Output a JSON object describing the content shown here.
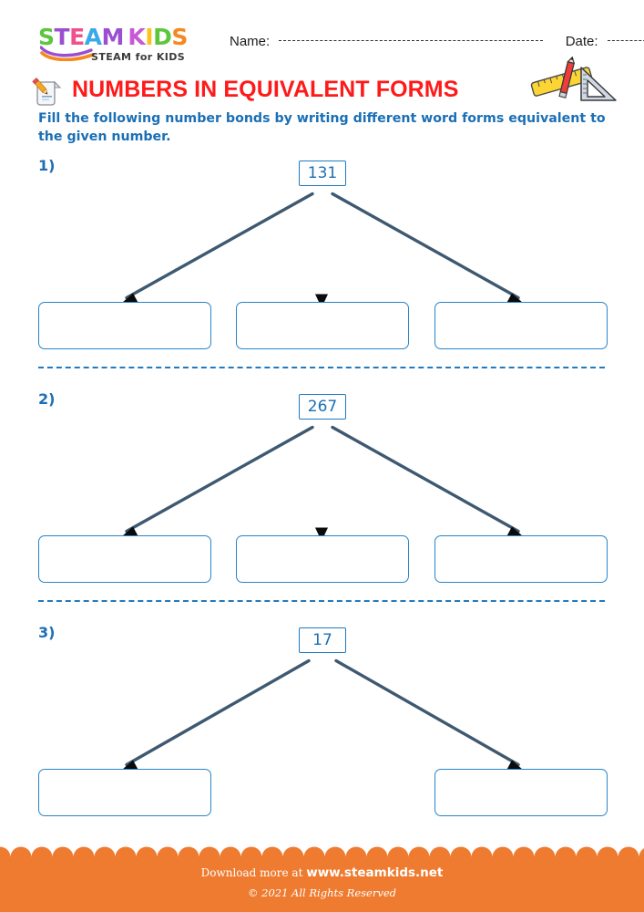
{
  "header": {
    "logo": {
      "letters": [
        {
          "ch": "S",
          "color": "#5cc63c"
        },
        {
          "ch": "T",
          "color": "#9b4fd0"
        },
        {
          "ch": "E",
          "color": "#f0508c"
        },
        {
          "ch": "A",
          "color": "#3aa9e8"
        },
        {
          "ch": "M",
          "color": "#9b4fd0"
        },
        {
          "ch": " ",
          "color": "#ffffff"
        },
        {
          "ch": "K",
          "color": "#c759d6"
        },
        {
          "ch": "I",
          "color": "#fcc21b"
        },
        {
          "ch": "D",
          "color": "#5cc63c"
        },
        {
          "ch": "S",
          "color": "#f5881f"
        }
      ],
      "tagline": "STEAM for KIDS",
      "swoosh_colors": [
        "#9b4fd0",
        "#f5881f"
      ]
    },
    "name_label": "Name:",
    "date_label": "Date:"
  },
  "title": {
    "text": "NUMBERS IN EQUIVALENT FORMS",
    "color": "#ff1a1a",
    "icon": "notepad-pencil-icon",
    "decor_icon": "ruler-pencil-triangle-icon"
  },
  "instructions": "Fill the following number bonds by writing different word forms equivalent to the given number.",
  "problems": [
    {
      "number_label": "1)",
      "value": "131",
      "boxes": [
        "",
        "",
        ""
      ]
    },
    {
      "number_label": "2)",
      "value": "267",
      "boxes": [
        "",
        "",
        ""
      ]
    },
    {
      "number_label": "3)",
      "value": "17",
      "boxes": [
        "",
        ""
      ]
    }
  ],
  "colors": {
    "accent_blue": "#1f7ac0",
    "text_blue": "#1b6fb5",
    "title_red": "#ff1a1a",
    "footer_orange": "#ee7b30",
    "arrow_black": "#111111"
  },
  "footer": {
    "download_prefix": "Download more at",
    "site": "www.steamkids.net",
    "copyright": "© 2021 All Rights Reserved"
  }
}
